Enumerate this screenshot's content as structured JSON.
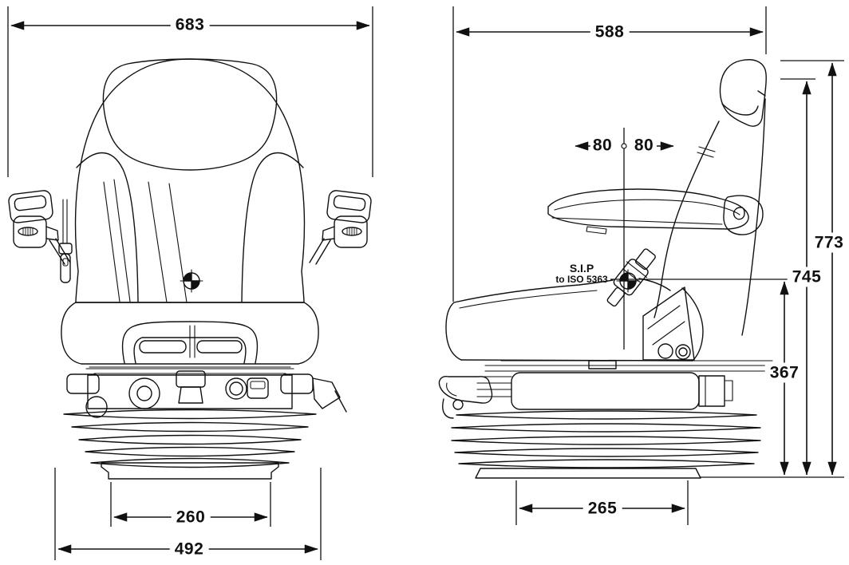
{
  "colors": {
    "line": "#111111",
    "background": "#ffffff"
  },
  "front_view": {
    "dims": {
      "overall_width": "683",
      "base_inner_width": "260",
      "base_outer_width": "492"
    }
  },
  "side_view": {
    "dims": {
      "overall_depth": "588",
      "armrest_forward": "80",
      "armrest_rearward": "80",
      "overall_height": "773",
      "backrest_height": "745",
      "sip_height": "367",
      "base_width": "265"
    },
    "sip_label": {
      "line1": "S.I.P",
      "line2": "to ISO 5363"
    }
  }
}
